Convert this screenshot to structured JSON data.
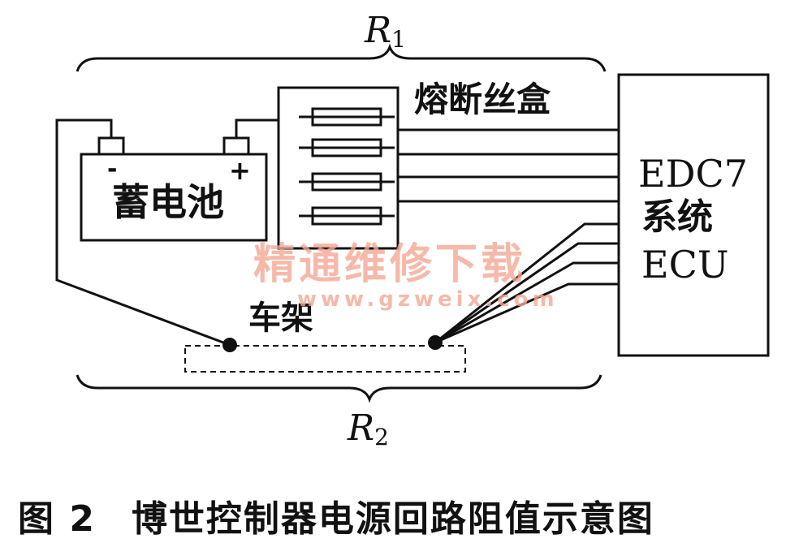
{
  "labels": {
    "r1_letter": "R",
    "r1_sub": "1",
    "r2_letter": "R",
    "r2_sub": "2",
    "fuse_box": "熔断丝盒",
    "battery": "蓄电池",
    "battery_minus": "-",
    "battery_plus": "+",
    "ecu_line1": "EDC7",
    "ecu_line2": "系统",
    "ecu_line3": "ECU",
    "frame": "车架"
  },
  "watermark": {
    "title": "精通维修下载",
    "url": "www.gzweix.com"
  },
  "caption": {
    "figure_number": "图 2",
    "title": "博世控制器电源回路阻值示意图"
  },
  "colors": {
    "line": "#111111",
    "watermark": "#f4a894",
    "background": "#ffffff"
  }
}
